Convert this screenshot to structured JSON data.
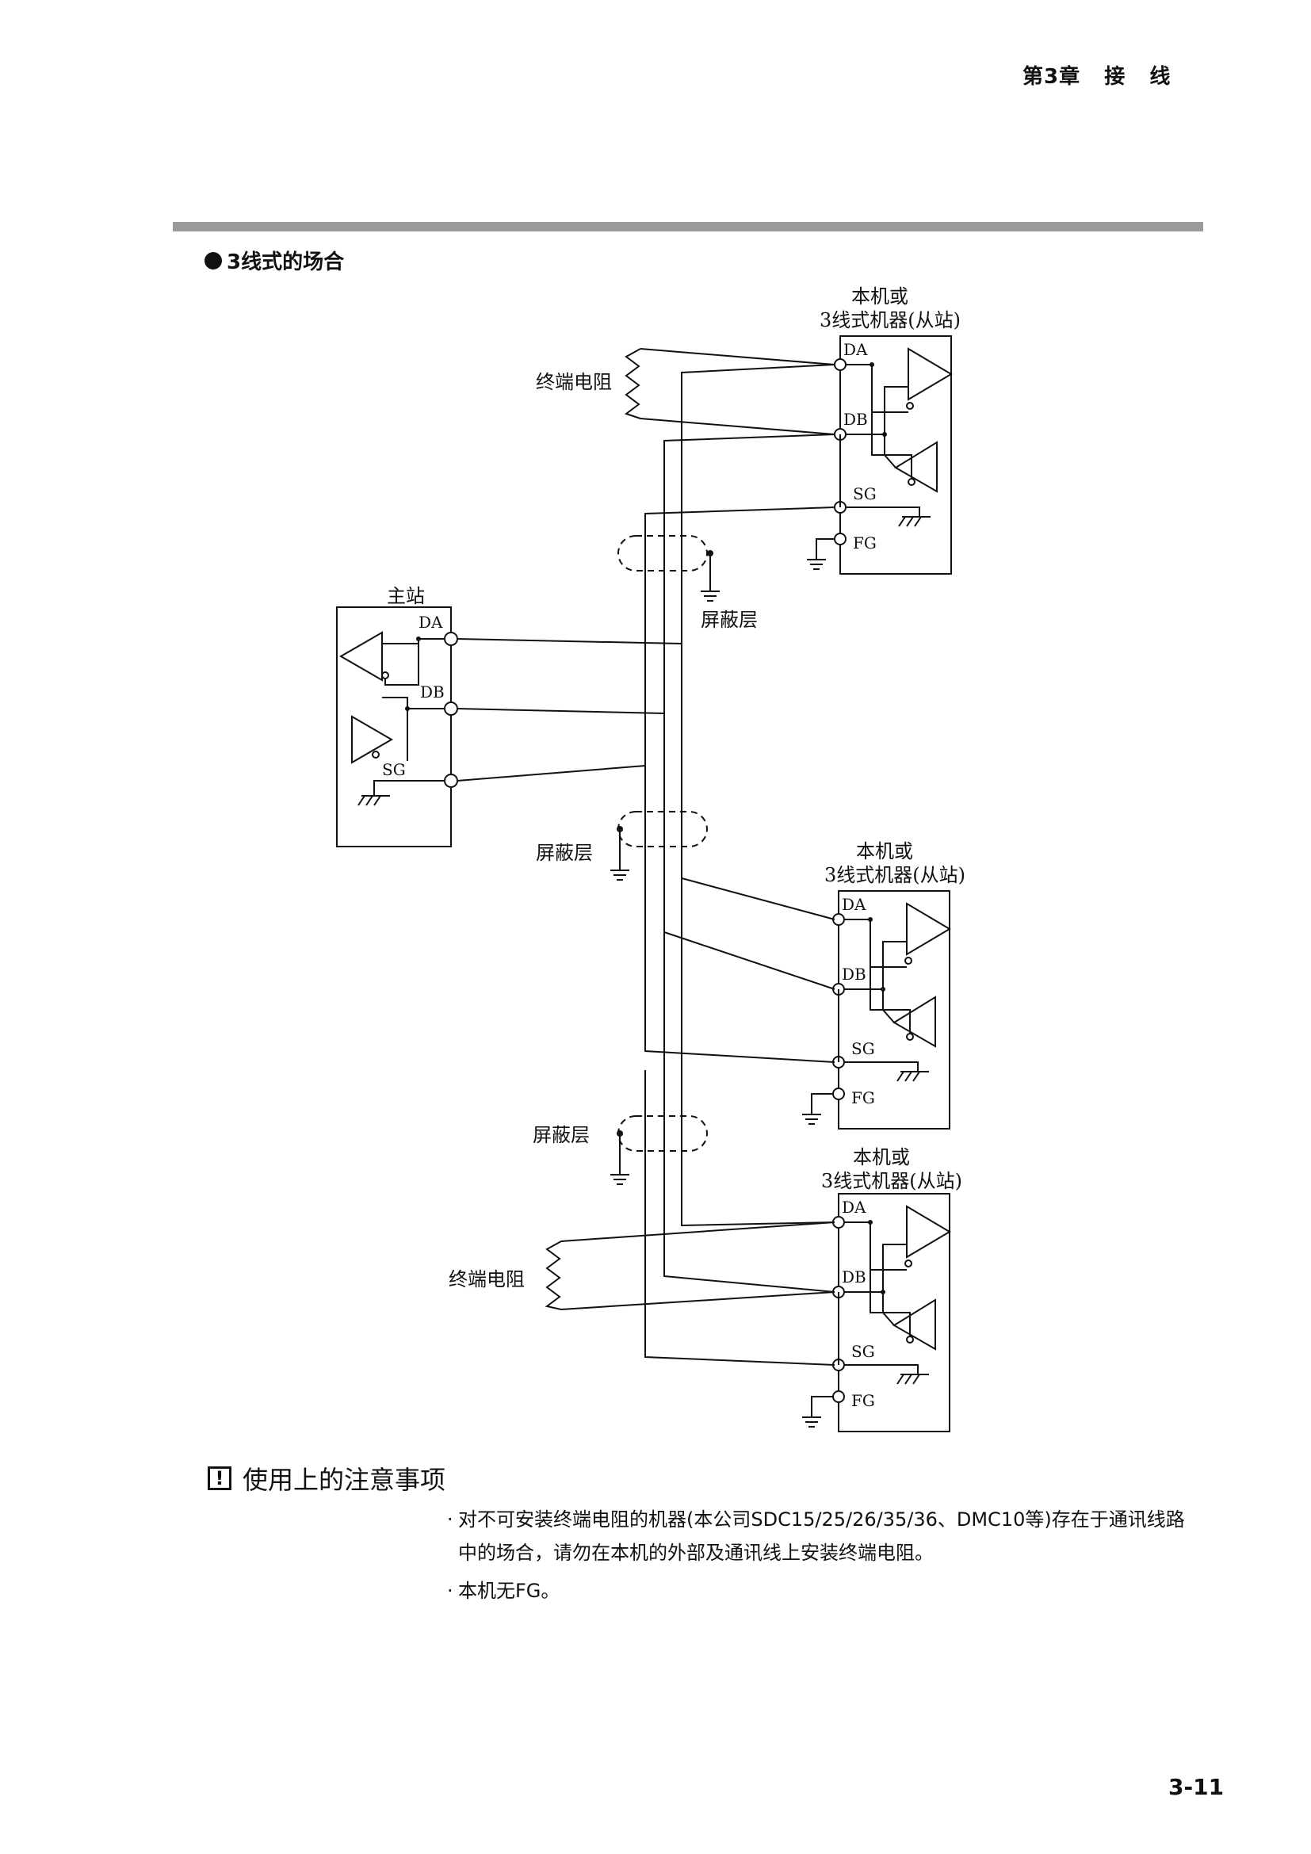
{
  "header": {
    "chapter": "第3章   接   线"
  },
  "section": {
    "title": "3线式的场合"
  },
  "diagram": {
    "master_title": "主站",
    "slave_title_line1": "本机或",
    "slave_title_line2": "3线式机器(从站)",
    "terminal_resistor": "终端电阻",
    "shield": "屏蔽层",
    "pins": {
      "da": "DA",
      "db": "DB",
      "sg": "SG",
      "fg": "FG"
    }
  },
  "caution": {
    "icon_glyph": "!",
    "title": "使用上的注意事项",
    "notes": [
      "对不可安装终端电阻的机器(本公司SDC15/25/26/35/36、DMC10等)存在于通讯线路中的场合，请勿在本机的外部及通讯线上安装终端电阻。",
      "本机无FG。"
    ],
    "bullet": "·"
  },
  "footer": {
    "page_number": "3-11"
  }
}
